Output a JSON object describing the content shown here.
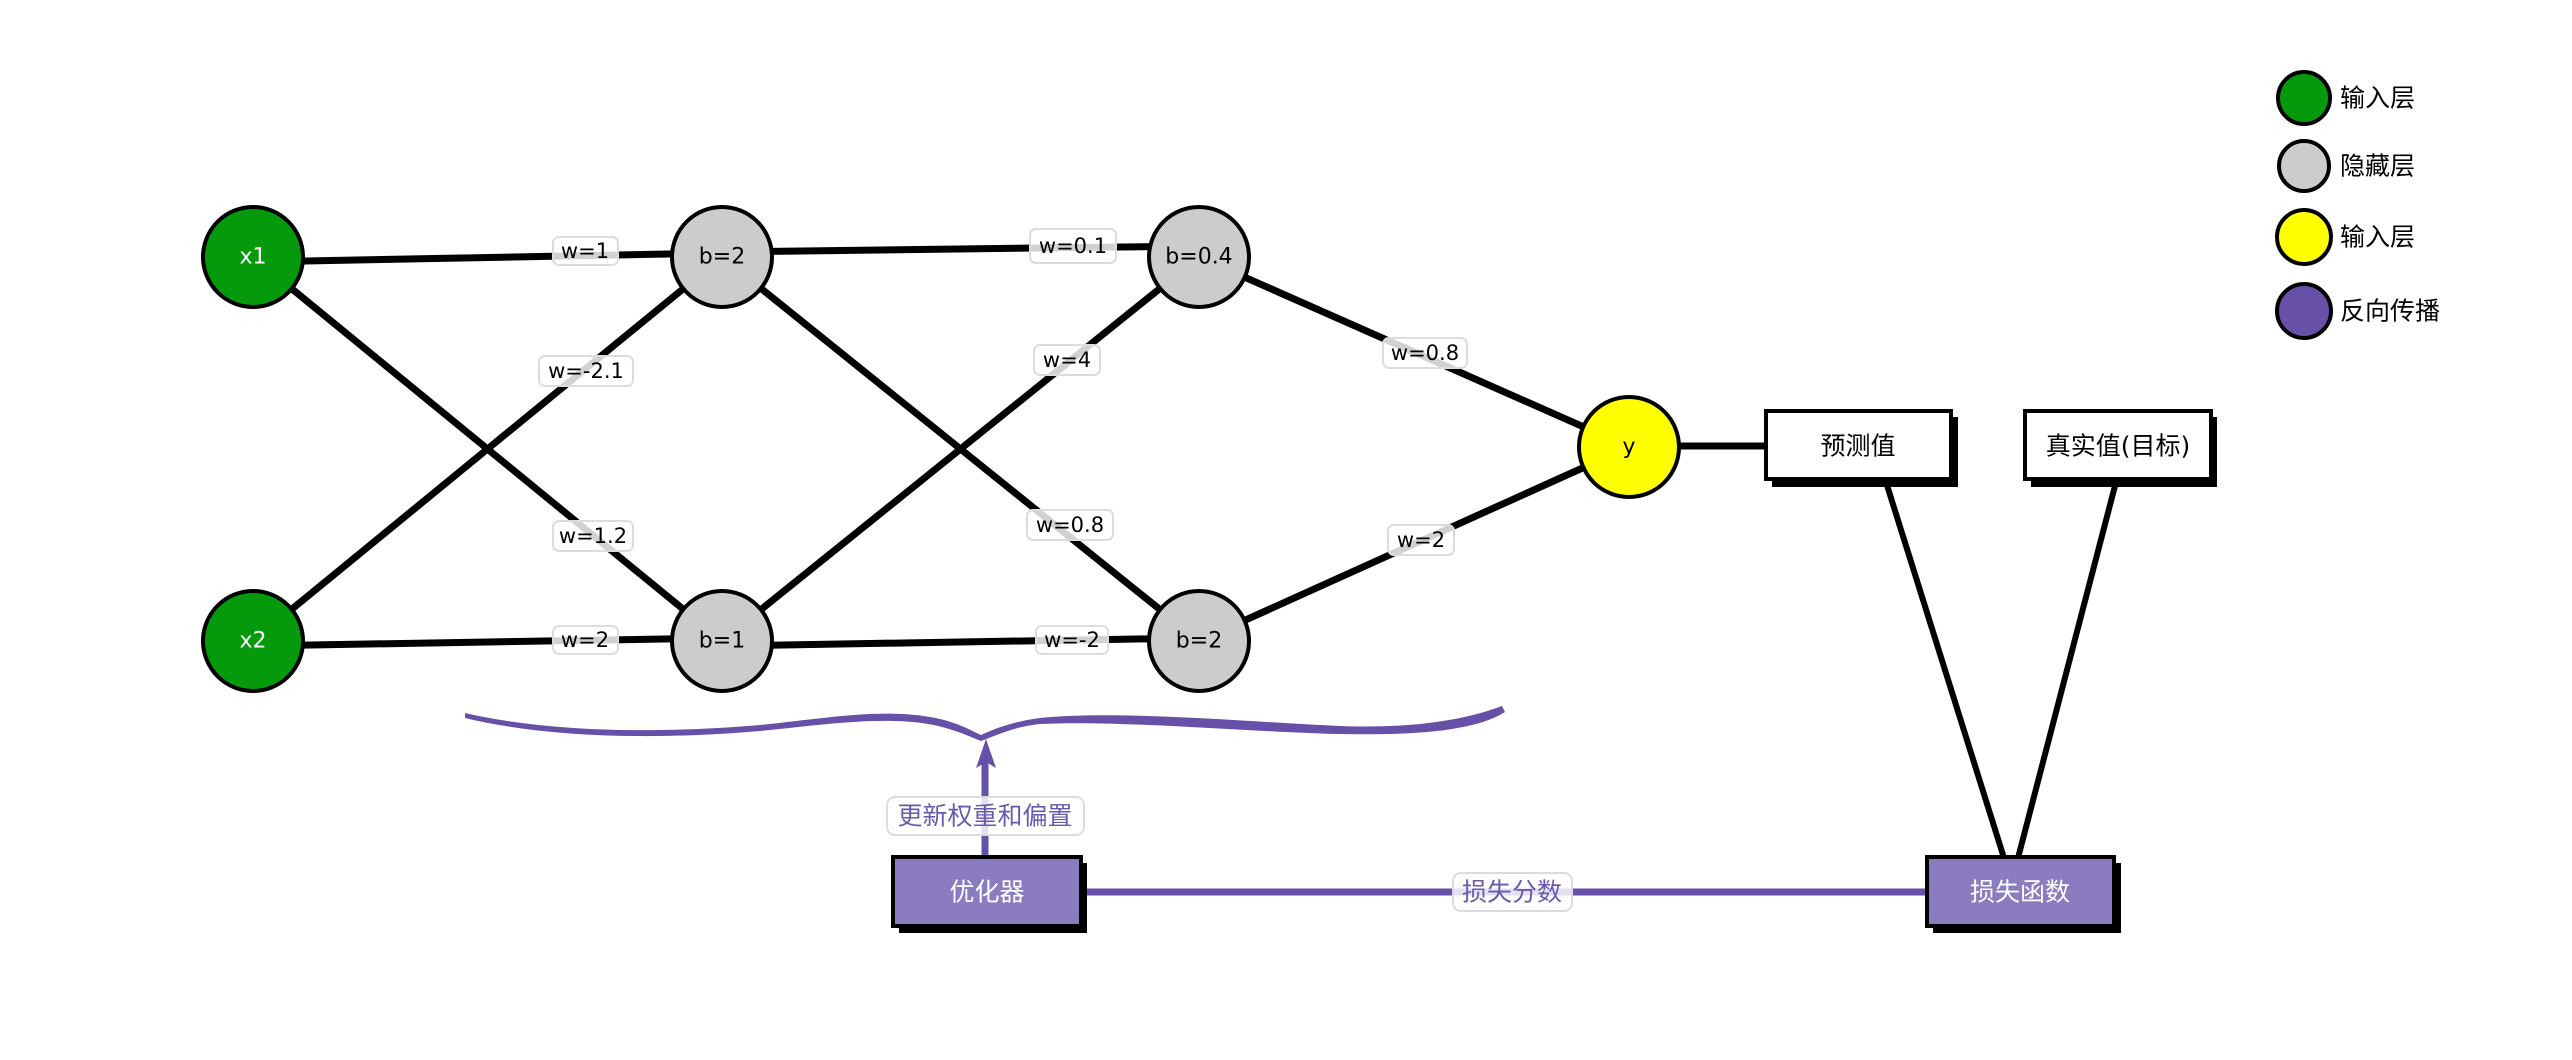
{
  "colors": {
    "input": "#049a0c",
    "hidden": "#cccccc",
    "output": "#ffff00",
    "backprop": "#6650a8",
    "box_purple": "#8b7bbf",
    "edge": "#000000",
    "purple_text": "#6a5aad"
  },
  "nodes": [
    {
      "id": "x1",
      "label": "x1",
      "layer": "input"
    },
    {
      "id": "x2",
      "label": "x2",
      "layer": "input"
    },
    {
      "id": "h1a",
      "label": "b=2",
      "layer": "hidden"
    },
    {
      "id": "h1b",
      "label": "b=1",
      "layer": "hidden"
    },
    {
      "id": "h2a",
      "label": "b=0.4",
      "layer": "hidden"
    },
    {
      "id": "h2b",
      "label": "b=2",
      "layer": "hidden"
    },
    {
      "id": "y",
      "label": "y",
      "layer": "output"
    }
  ],
  "edges": [
    {
      "from": "x1",
      "to": "h1a",
      "label": "w=1"
    },
    {
      "from": "x2",
      "to": "h1a",
      "label": "w=-2.1"
    },
    {
      "from": "x1",
      "to": "h1b",
      "label": "w=1.2"
    },
    {
      "from": "x2",
      "to": "h1b",
      "label": "w=2"
    },
    {
      "from": "h1a",
      "to": "h2a",
      "label": "w=0.1"
    },
    {
      "from": "h1b",
      "to": "h2a",
      "label": "w=4"
    },
    {
      "from": "h1a",
      "to": "h2b",
      "label": "w=0.8"
    },
    {
      "from": "h1b",
      "to": "h2b",
      "label": "w=-2"
    },
    {
      "from": "h2a",
      "to": "y",
      "label": "w=0.8"
    },
    {
      "from": "h2b",
      "to": "y",
      "label": "w=2"
    }
  ],
  "boxes": {
    "prediction": "预测值",
    "target": "真实值(目标)",
    "loss_function": "损失函数",
    "optimizer": "优化器"
  },
  "flow_labels": {
    "loss_score": "损失分数",
    "update": "更新权重和偏置"
  },
  "legend": [
    {
      "label": "输入层",
      "color_key": "input"
    },
    {
      "label": "隐藏层",
      "color_key": "hidden"
    },
    {
      "label": "输入层",
      "color_key": "output"
    },
    {
      "label": "反向传播",
      "color_key": "backprop"
    }
  ]
}
